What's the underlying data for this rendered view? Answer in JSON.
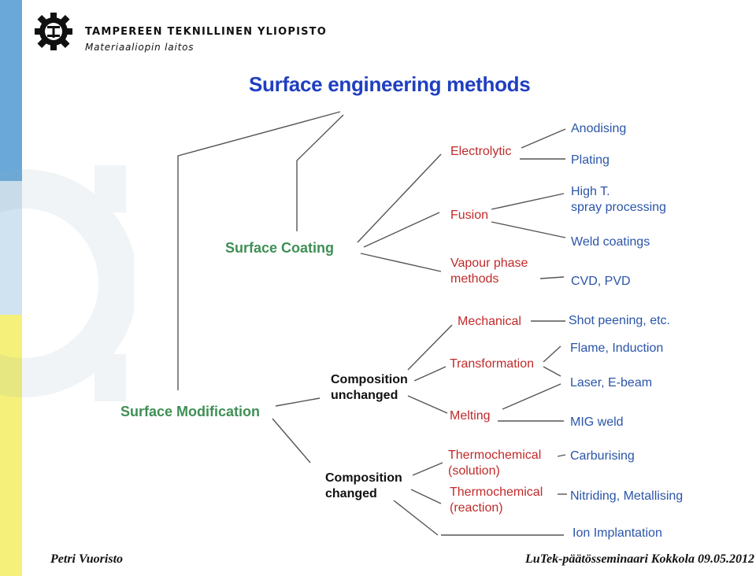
{
  "header": {
    "university": "TAMPEREEN TEKNILLINEN YLIOPISTO",
    "department": "Materiaaliopin laitos"
  },
  "title": "Surface engineering methods",
  "diagram": {
    "surface_coating": "Surface Coating",
    "electrolytic": "Electrolytic",
    "anodising": "Anodising",
    "plating": "Plating",
    "fusion": "Fusion",
    "high_t_line1": "High T.",
    "high_t_line2": "spray processing",
    "weld_coatings": "Weld coatings",
    "vapour_line1": "Vapour phase",
    "vapour_line2": "methods",
    "cvd_pvd": "CVD, PVD",
    "surface_modification": "Surface Modification",
    "comp_unchanged_line1": "Composition",
    "comp_unchanged_line2": "unchanged",
    "mechanical": "Mechanical",
    "shot_peening": "Shot peening, etc.",
    "transformation": "Transformation",
    "flame_induction": "Flame, Induction",
    "laser_ebeam": "Laser, E-beam",
    "melting": "Melting",
    "mig_weld": "MIG weld",
    "comp_changed_line1": "Composition",
    "comp_changed_line2": "changed",
    "thermo_solution_line1": "Thermochemical",
    "thermo_solution_line2": "(solution)",
    "carburising": "Carburising",
    "thermo_reaction_line1": "Thermochemical",
    "thermo_reaction_line2": "(reaction)",
    "nitriding": "Nitriding, Metallising",
    "ion_implantation": "Ion Implantation"
  },
  "footer": {
    "author": "Petri Vuoristo",
    "event": "LuTek-päätösseminaari Kokkola 09.05.2012"
  },
  "colors": {
    "title_blue": "#1f3fbf",
    "category_green": "#3f8f55",
    "method_red": "#c02a2a",
    "process_blue": "#2a55a8"
  }
}
